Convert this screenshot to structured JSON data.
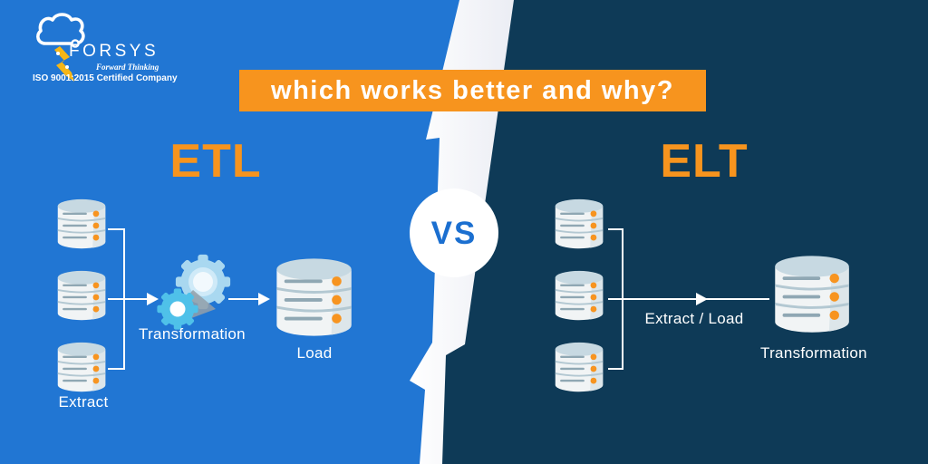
{
  "brand": {
    "name": "FORSYS",
    "tagline": "Forward Thinking",
    "certification": "ISO 9001:2015 Certified Company"
  },
  "banner": {
    "text": "which works better and why?"
  },
  "versus": {
    "label": "VS"
  },
  "etl": {
    "title": "ETL",
    "source_label": "Extract",
    "transform_label": "Transformation",
    "load_label": "Load"
  },
  "elt": {
    "title": "ELT",
    "flow_label": "Extract / Load",
    "transform_label": "Transformation"
  },
  "icons": {
    "logo": "cloud-lightning-icon",
    "divider": "lightning-bolt-divider",
    "storage": "database-icon",
    "process": "gears-icon",
    "connector": "arrow-icon"
  },
  "colors": {
    "left_background": "#2176d3",
    "right_background": "#0e3a57",
    "accent_orange": "#f7941e",
    "vs_text": "#1b6fd0",
    "database_body": "#f1f4f5",
    "database_top": "#c7d9e2",
    "gear_light_blue": "#a9d8f0",
    "gear_cyan": "#4fc1e9",
    "line_white": "#ffffff"
  }
}
